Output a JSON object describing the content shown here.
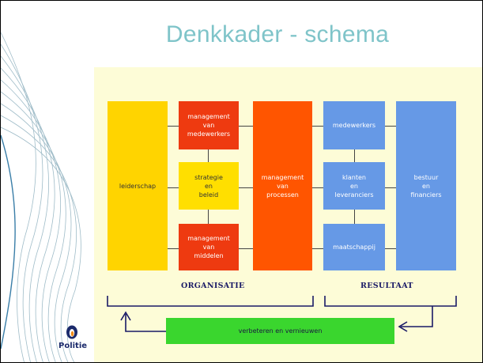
{
  "slide": {
    "title": "Denkkader - schema"
  },
  "diagram": {
    "boxes": {
      "leiderschap": "leiderschap",
      "mgmt_medewerkers": "management\nvan\nmedewerkers",
      "strategie": "strategie\nen\nbeleid",
      "mgmt_middelen": "management\nvan\nmiddelen",
      "mgmt_processen": "management\nvan\nprocessen",
      "medewerkers": "medewerkers",
      "klanten": "klanten\nen\nleveranciers",
      "maatschappij": "maatschappij",
      "bestuur": "bestuur\nen\nfinanciers"
    },
    "sections": {
      "organisatie": "ORGANISATIE",
      "resultaat": "RESULTAAT"
    },
    "feedback_label": "verbeteren en vernieuwen"
  },
  "logo": {
    "text": "Politie"
  },
  "colors": {
    "title": "#7fc4c9",
    "panel": "#fdfcd7",
    "yellow": "#ffd400",
    "red": "#ee3a10",
    "orange": "#ff5500",
    "blue": "#6699e6",
    "green": "#3ad62e"
  }
}
